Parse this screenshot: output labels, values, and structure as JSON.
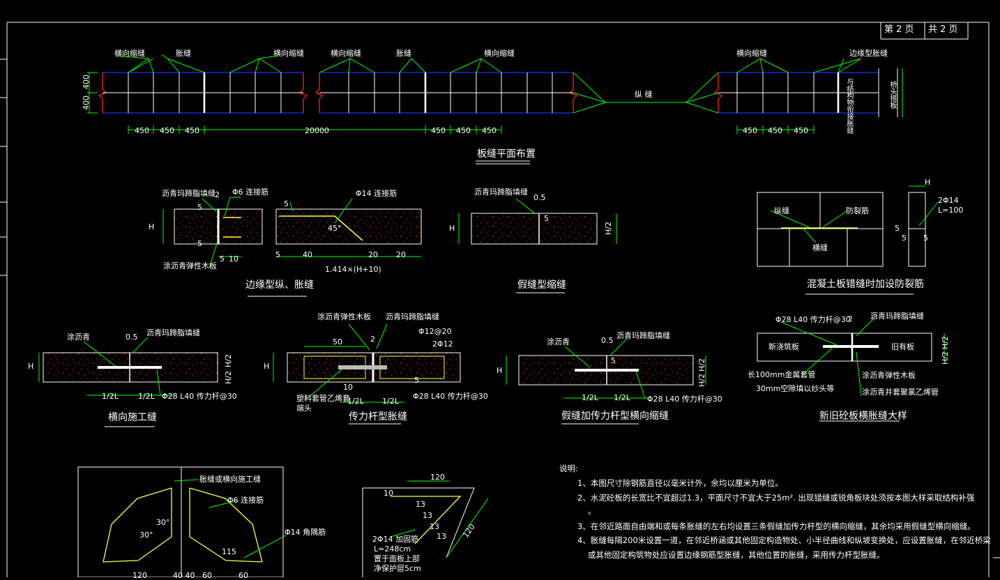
{
  "page_header": {
    "page_no": "第 2 页",
    "total": "共 2 页"
  },
  "plan": {
    "title": "板缝平面布置",
    "labels": {
      "zxsf": "横向缩缝",
      "zf": "胀缝",
      "zxsf2": "横向缩缝",
      "zxsf3": "横向缩缝",
      "zf2": "胀缝",
      "zxsf4": "横向缩缝",
      "zxsf5": "横向缩缝",
      "bjzf": "边缘型胀缝",
      "zf_mid": "纵 缝",
      "v_lbl1": "与结构物衔接胀缝",
      "v_lbl2": "桥头搭板"
    },
    "dims": {
      "d450a": "450",
      "d450b": "450",
      "d450c": "450",
      "d20000": "20000",
      "d450d": "450",
      "d450e": "450",
      "d450f": "450",
      "d450g": "450",
      "d450h": "450",
      "d450i": "450",
      "d400a": "400",
      "d400b": "400"
    }
  },
  "sec1": {
    "title": "边缘型纵、胀缝",
    "labels": {
      "lqgl": "沥青玛蹄脂填缝",
      "d2": "2",
      "phi6": "Φ6 连接筋",
      "dlq": "涂沥青弹性木板",
      "d5a": "5",
      "d5b": "5",
      "d5c": "5",
      "d10": "10",
      "h": "H",
      "phi14": "Φ14 连接筋",
      "d45": "45°",
      "b5": "5",
      "b40": "40",
      "b20a": "20",
      "b20b": "20",
      "b5b": "5",
      "formula": "1.414×(H+10)"
    }
  },
  "sec2": {
    "title": "假缝型缩缝",
    "labels": {
      "lq": "沥青玛蹄脂填缝",
      "d05": "0.5",
      "d5": "5",
      "h": "H",
      "h2": "H/2"
    }
  },
  "sec3": {
    "title": "混凝土板错缝时加设防裂筋",
    "labels": {
      "zf": "纵缝",
      "fl": "防裂筋",
      "hf": "横缝",
      "h": "H",
      "phi14": "2Φ14",
      "l100": "L=100",
      "d5a": "5",
      "d5b": "5",
      "d5c": "5"
    }
  },
  "sec4": {
    "title": "横向施工缝",
    "labels": {
      "lq": "涂沥青",
      "lqgl": "沥青玛蹄脂填缝",
      "d05": "0.5",
      "h": "H",
      "h2a": "H/2",
      "h2b": "H/2",
      "l1": "1/2L",
      "l2": "1/2L",
      "phi28": "Φ28 L40 传力杆@30"
    }
  },
  "sec5": {
    "title": "传力杆型胀缝",
    "labels": {
      "lqm": "涂沥青弹性木板",
      "lqgl": "沥青玛蹄脂填缝",
      "d2": "2",
      "phi12": "Φ12@20",
      "d50": "50",
      "phi12b": "2Φ12",
      "sj": "塑料套管乙烯套",
      "sj2": "端头",
      "d10": "10",
      "d5": "5",
      "l1": "1/2L",
      "l2": "1/2L",
      "phi28": "Φ28 L40 传力杆@30",
      "h": "H"
    }
  },
  "sec6": {
    "title": "假缝加传力杆型横向缩缝",
    "labels": {
      "lq": "涂沥青",
      "d05": "0.5",
      "lqgl": "沥青玛蹄脂填缝",
      "d5": "5",
      "h": "H",
      "h2a": "H/2",
      "h2b": "H/2",
      "l1": "1/2L",
      "l2": "1/2L",
      "phi28": "Φ28 L40 传力杆@30"
    }
  },
  "sec7": {
    "title": "新旧砼板横胀缝大样",
    "labels": {
      "phi28": "Φ28 L40 传力杆@30",
      "d2": "2",
      "lqgl": "沥青玛蹄脂填缝",
      "new": "新浇筑板",
      "old": "旧有板",
      "h2a": "H/2",
      "h2b": "H/2",
      "sg": "长100mm金属套管",
      "sg2": "30mm空隙填以纱头等",
      "lqm": "涂沥青弹性木板",
      "lqb": "涂沥青并套聚氯乙烯管"
    }
  },
  "sec8": {
    "labels": {
      "zf": "胀缝或横向施工缝",
      "phi6": "Φ6 连接筋",
      "phi14": "Φ14 角隅筋",
      "a30a": "30°",
      "a30b": "30°",
      "d115": "115",
      "d120": "120",
      "d4040": "40 40",
      "d60a": "60",
      "d60b": "60"
    }
  },
  "sec9": {
    "labels": {
      "d120a": "120",
      "d10": "10",
      "d13a": "13",
      "d13b": "13",
      "d13c": "13",
      "d13d": "13",
      "d120b": "120",
      "phi14": "2Φ14 加固筋",
      "l248": "L=248cm",
      "gt": "置于面板上部",
      "jg": "净保护层5cm"
    }
  },
  "notes": {
    "heading": "说明:",
    "n1": "1、本图尺寸除钢筋直径以毫米计外，余均以厘米为单位。",
    "n2": "2、水泥砼板的长宽比不宜超过1.3，平面尺寸不宜大于25m². 出现错缝或锐角板块处须按本图大样采取结构补强",
    "n2b": "。",
    "n3": "3、在邻近路面自由端和或每条胀缝的左右均设置三条假缝加传力杆型的横向缩缝，其余均采用假缝型横向缩缝。",
    "n4": "4、胀缝每隔200米设置一道，在邻近桥涵或其他固定构造物处、小半径曲线和纵坡变换处，应设置胀缝，在邻近桥梁",
    "n4b": "或其他固定构筑物处应设置边缘钢筋型胀缝，其他位置的胀缝，采用传力杆型胀缝。"
  },
  "colors": {
    "bg": "#000000",
    "line": "#ffffff",
    "blue": "#1c2dff",
    "red": "#ff2020",
    "green": "#00ff00",
    "yellow": "#ffff40",
    "magenta": "#ff00ff",
    "ash": "#c8c8c8"
  }
}
